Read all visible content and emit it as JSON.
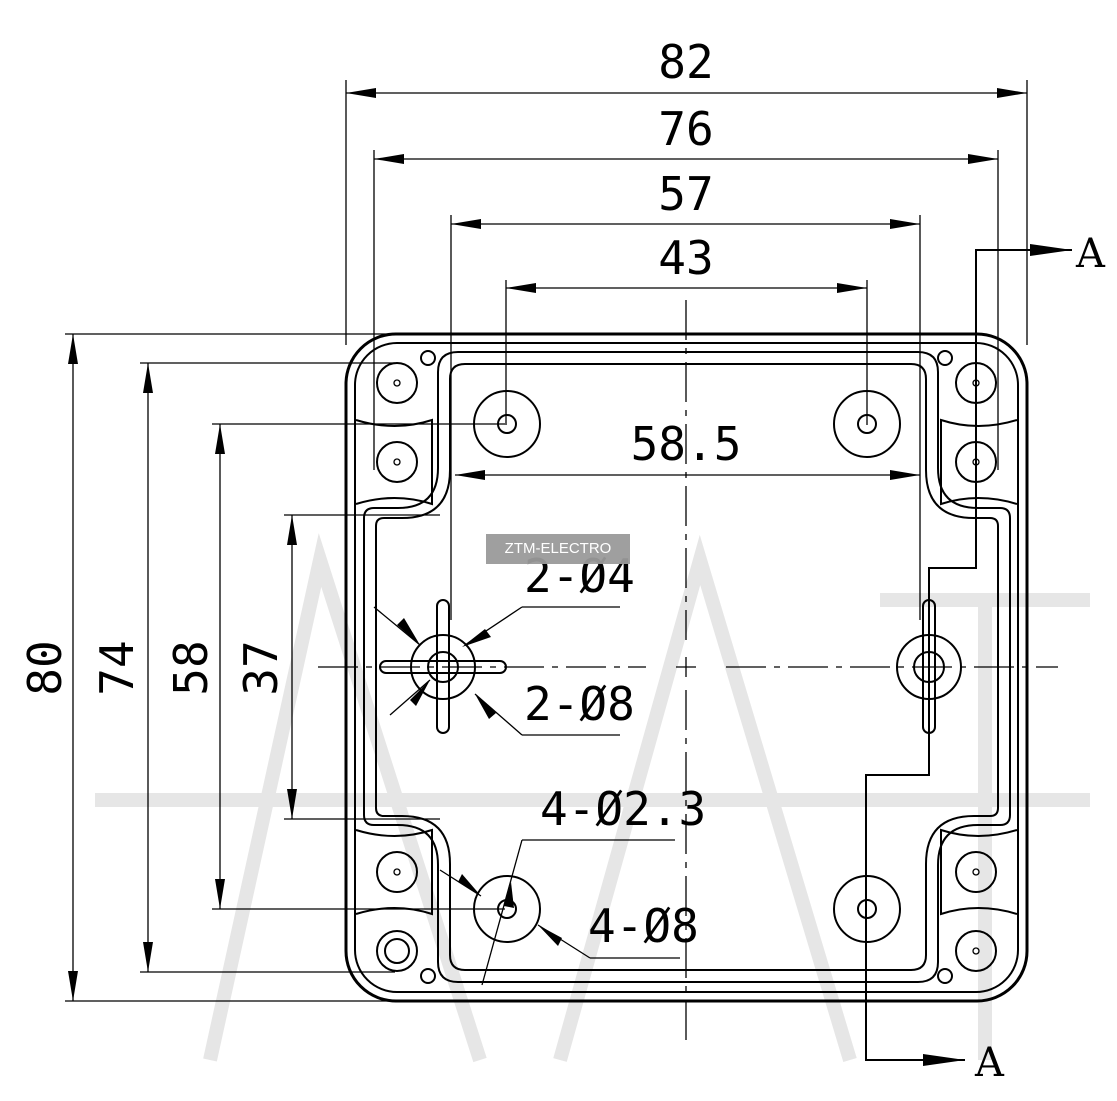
{
  "dimensions": {
    "outer_width": "82",
    "inner_width": "76",
    "hole_spacing_57": "57",
    "hole_spacing_43": "43",
    "span_58_5": "58.5",
    "outer_height": "80",
    "inner_height": "74",
    "height_58": "58",
    "height_37": "37"
  },
  "callouts": {
    "holes_2_d4": "2-Ø4",
    "holes_2_d8": "2-Ø8",
    "holes_4_d2_3": "4-Ø2.3",
    "holes_4_d8": "4-Ø8"
  },
  "section": {
    "label_top": "A",
    "label_bottom": "A"
  },
  "watermark": {
    "text": "ZTM-ELECTRO"
  }
}
